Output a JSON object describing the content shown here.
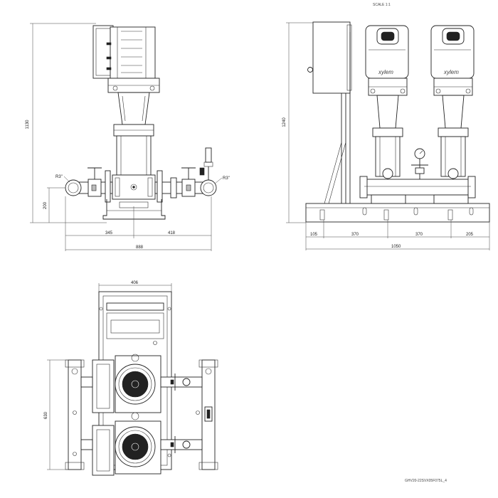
{
  "header": {
    "scale": "SCALE 1:1"
  },
  "front_view": {
    "height_dim": "1130",
    "inlet_height_dim": "200",
    "left_thread": "R3\"",
    "right_thread": "R3\"",
    "dim_left": "345",
    "dim_right": "418",
    "dim_total": "888"
  },
  "side_view": {
    "height_dim": "1240",
    "dims": [
      "105",
      "370",
      "370",
      "205"
    ],
    "total_dim": "1050",
    "brand": [
      "xylem",
      "xylem"
    ]
  },
  "top_view": {
    "width_dim": "406",
    "depth_dim": "630"
  },
  "drawing_code": "GHV20-22SVX05F075L_4"
}
